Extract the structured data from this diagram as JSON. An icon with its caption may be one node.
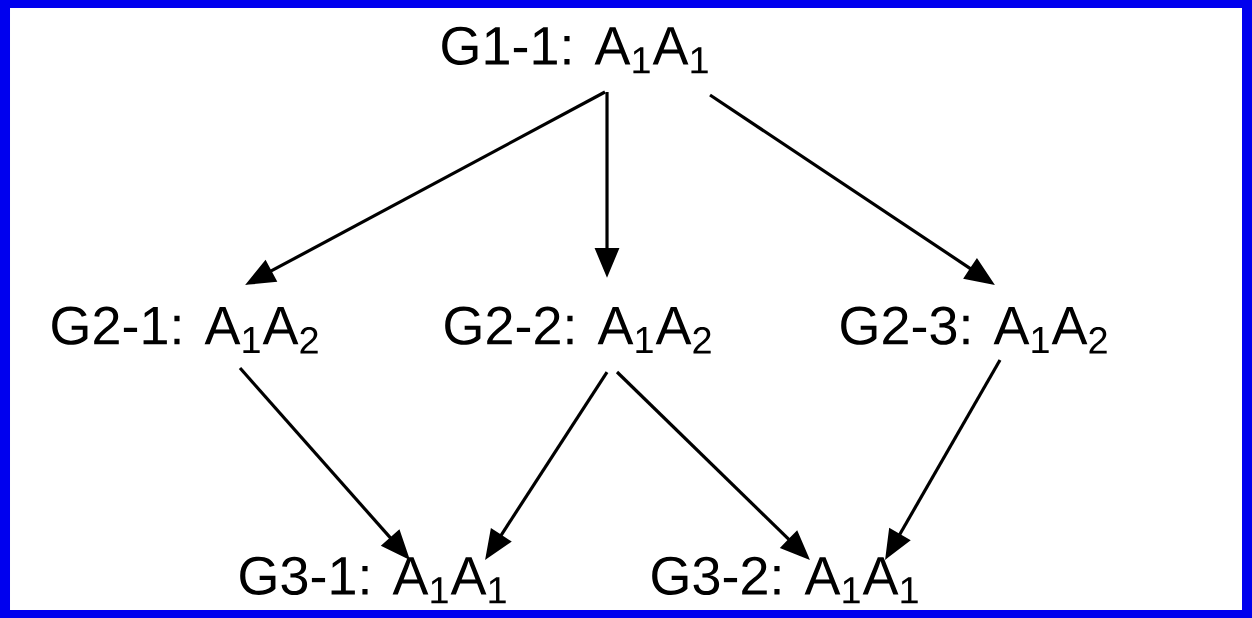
{
  "diagram": {
    "nodes": [
      {
        "text": [
          "G1-1: A$_{1}$A$_{1}$"
        ]
      },
      {
        "text": [
          "G2-1: A$_{1}$A$_{2}$"
        ]
      },
      {
        "text": [
          "G2-2: A$_{1}$A$_{2}$"
        ]
      },
      {
        "text": [
          "G2-3: A$_{1}$A$_{2}$"
        ]
      },
      {
        "text": [
          "G3-1: A$_{1}$A$_{1}$"
        ]
      },
      {
        "text": [
          "G3-2: A$_{1}$A$_{1}$"
        ]
      }
    ],
    "edges": [
      {
        "from": 0,
        "to": 1,
        "arrow": "to"
      },
      {
        "from": 0,
        "to": 2,
        "arrow": "to"
      },
      {
        "from": 0,
        "to": 3,
        "arrow": "to"
      },
      {
        "from": 1,
        "to": 4,
        "arrow": "to"
      },
      {
        "from": 2,
        "to": 4,
        "arrow": "to"
      },
      {
        "from": 2,
        "to": 5,
        "arrow": "to"
      },
      {
        "from": 3,
        "to": 5,
        "arrow": "to"
      }
    ]
  }
}
